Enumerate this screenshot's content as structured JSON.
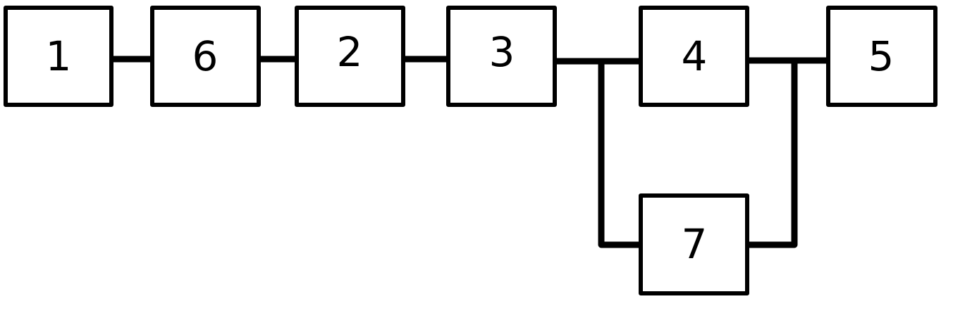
{
  "diagram": {
    "type": "block-diagram",
    "colors": {
      "line": "#000000",
      "box_fill": "#ffffff",
      "text": "#000000"
    },
    "blocks": {
      "b1": {
        "label": "1"
      },
      "b6": {
        "label": "6"
      },
      "b2": {
        "label": "2"
      },
      "b3": {
        "label": "3"
      },
      "b4": {
        "label": "4"
      },
      "b5": {
        "label": "5"
      },
      "b7": {
        "label": "7"
      }
    },
    "connections": [
      {
        "from": "1",
        "to": "6"
      },
      {
        "from": "6",
        "to": "2"
      },
      {
        "from": "2",
        "to": "3"
      },
      {
        "from": "3",
        "to": "4"
      },
      {
        "from": "3",
        "to": "7"
      },
      {
        "from": "4",
        "to": "5"
      },
      {
        "from": "7",
        "to": "5"
      }
    ]
  }
}
